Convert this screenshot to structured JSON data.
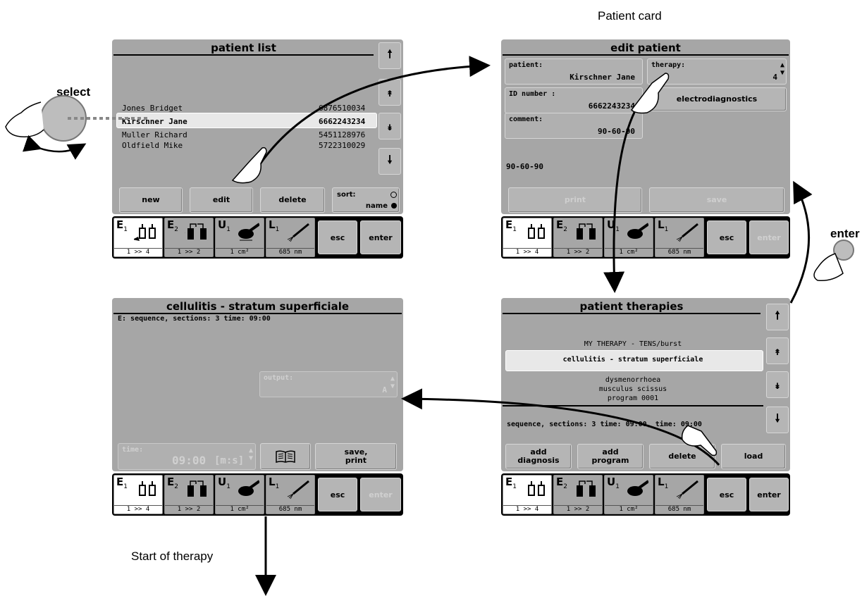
{
  "captions": {
    "patient_card": "Patient card",
    "select": "select",
    "enter": "enter",
    "start_of_therapy": "Start of therapy"
  },
  "patient_list": {
    "title": "patient list",
    "rows": [
      {
        "name": "Jones Bridget",
        "id": "6876510034"
      },
      {
        "name": "Kirschner Jane",
        "id": "6662243234"
      },
      {
        "name": "Muller Richard",
        "id": "5451128976"
      },
      {
        "name": "Oldfield Mike",
        "id": "5722310029"
      }
    ],
    "buttons": {
      "new": "new",
      "edit": "edit",
      "delete": "delete"
    },
    "sort_label": "sort:",
    "sort_value": "name"
  },
  "edit_patient": {
    "title": "edit patient",
    "patient_label": "patient:",
    "patient_value": "Kirschner Jane",
    "therapy_label": "therapy:",
    "therapy_value": "4",
    "id_label": "ID number :",
    "id_value": "6662243234",
    "electro_button": "electrodiagnostics",
    "comment_label": "comment:",
    "comment_value": "90-60-90",
    "comment_text": "90-60-90",
    "print": "print",
    "save": "save"
  },
  "patient_therapies": {
    "title": "patient therapies",
    "items": [
      "MY THERAPY - TENS/burst",
      "cellulitis - stratum superficiale",
      "dysmenorrhoea",
      "musculus scissus",
      "program 0001"
    ],
    "status": "sequence, sections: 3 time: 09:00, time: 09:00",
    "buttons": {
      "add_diagnosis": "add diagnosis",
      "add_program": "add program",
      "delete": "delete",
      "load": "load"
    }
  },
  "therapy_screen": {
    "title": "cellulitis - stratum superficiale",
    "info": "E:  sequence, sections: 3 time: 09:00",
    "output_label": "output:",
    "output_value": "A",
    "time_label": "time:",
    "time_value": "09:00",
    "time_unit": "[m:s]",
    "save_print": "save, print"
  },
  "bar": {
    "e1": {
      "label": "E",
      "sub": "1",
      "bottom": "1 >> 4"
    },
    "e2": {
      "label": "E",
      "sub": "2",
      "bottom": "1 >> 2"
    },
    "u1": {
      "label": "U",
      "sub": "1",
      "bottom": "1 cm²"
    },
    "l1": {
      "label": "L",
      "sub": "1",
      "bottom": "685 nm"
    },
    "esc": "esc",
    "enter": "enter"
  }
}
